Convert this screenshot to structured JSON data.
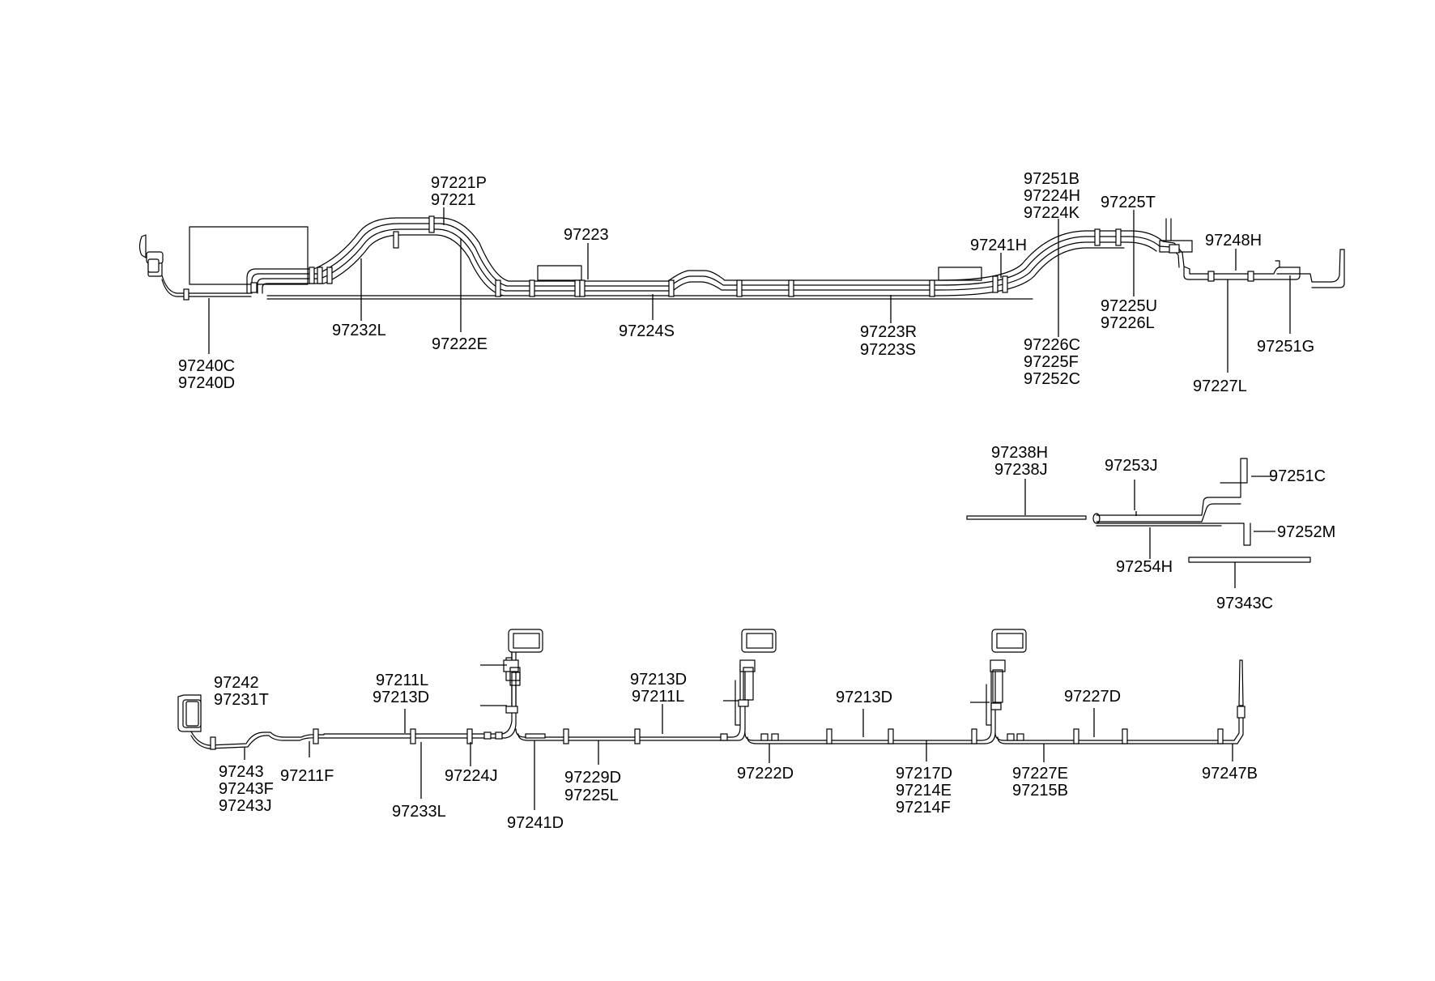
{
  "labels": {
    "p97240": [
      "97240C",
      "97240D"
    ],
    "p97232L": [
      "97232L"
    ],
    "p97221": [
      "97221P",
      "97221"
    ],
    "p97222E": [
      "97222E"
    ],
    "p97223": [
      "97223"
    ],
    "p97224S": [
      "97224S"
    ],
    "p97223R": [
      "97223R",
      "97223S"
    ],
    "p97241H": [
      "97241H"
    ],
    "p97251B": [
      "97251B",
      "97224H",
      "97224K"
    ],
    "p97225T": [
      "97225T"
    ],
    "p97226C": [
      "97226C",
      "97225F",
      "97252C"
    ],
    "p97225U": [
      "97225U",
      "97226L"
    ],
    "p97248H": [
      "97248H"
    ],
    "p97227L": [
      "97227L"
    ],
    "p97251G": [
      "97251G"
    ],
    "p97238H": [
      "97238H",
      "97238J"
    ],
    "p97253J": [
      "97253J"
    ],
    "p97251C": [
      "97251C"
    ],
    "p97252M": [
      "97252M"
    ],
    "p97254H": [
      "97254H"
    ],
    "p97343C": [
      "97343C"
    ],
    "p97242": [
      "97242",
      "97231T"
    ],
    "p97243": [
      "97243",
      "97243F",
      "97243J"
    ],
    "p97211F": [
      "97211F"
    ],
    "p97211L": [
      "97211L",
      "97213D"
    ],
    "p97233L": [
      "97233L"
    ],
    "p97224J": [
      "97224J"
    ],
    "p97241D": [
      "97241D"
    ],
    "p97213D_a": [
      "97213D",
      "97211L"
    ],
    "p97229D": [
      "97229D",
      "97225L"
    ],
    "p97222D": [
      "97222D"
    ],
    "p97213D_b": [
      "97213D"
    ],
    "p97217D": [
      "97217D",
      "97214E",
      "97214F"
    ],
    "p97227D": [
      "97227D"
    ],
    "p97227E": [
      "97227E",
      "97215B"
    ],
    "p97247B": [
      "97247B"
    ]
  }
}
